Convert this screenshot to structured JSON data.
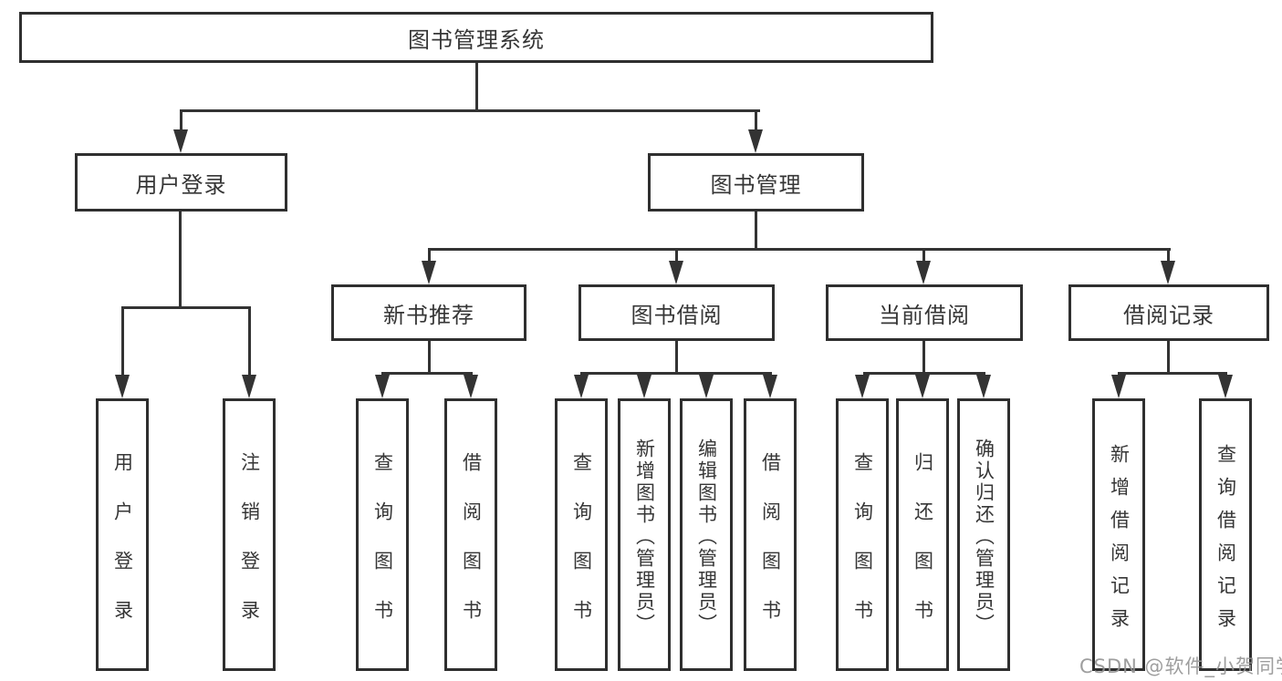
{
  "diagram_title": "图书管理系统",
  "tree": {
    "root": {
      "label": "图书管理系统"
    },
    "level1": [
      {
        "label": "用户登录",
        "leaves": [
          {
            "label": "用户登录"
          },
          {
            "label": "注销登录"
          }
        ]
      },
      {
        "label": "图书管理",
        "groups": [
          {
            "label": "新书推荐",
            "leaves": [
              {
                "label": "查询图书"
              },
              {
                "label": "借阅图书"
              }
            ]
          },
          {
            "label": "图书借阅",
            "leaves": [
              {
                "label": "查询图书"
              },
              {
                "label": "新增图书（管理员）"
              },
              {
                "label": "编辑图书（管理员）"
              },
              {
                "label": "借阅图书"
              }
            ]
          },
          {
            "label": "当前借阅",
            "leaves": [
              {
                "label": "查询图书"
              },
              {
                "label": "归还图书"
              },
              {
                "label": "确认归还（管理员）"
              }
            ]
          },
          {
            "label": "借阅记录",
            "leaves": [
              {
                "label": "新增借阅记录"
              },
              {
                "label": "查询借阅记录"
              }
            ]
          }
        ]
      }
    ]
  },
  "watermark": {
    "text": "CSDN @软件_小贺同学",
    "color": "#949494"
  },
  "colors": {
    "background": "#ffffff",
    "line": "#333333",
    "box_border": "#2f2f2f",
    "text": "#363636"
  }
}
